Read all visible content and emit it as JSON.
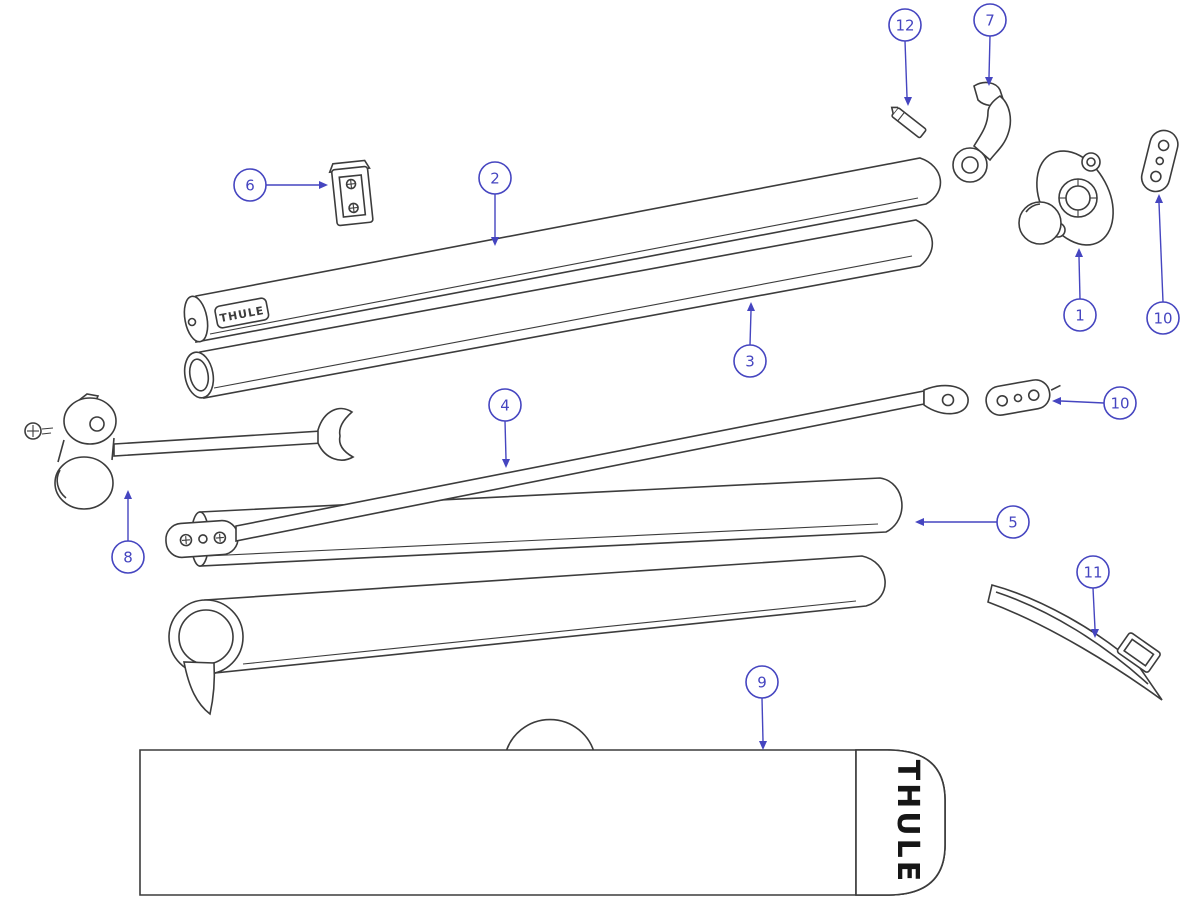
{
  "branding": {
    "tube_label": "THULE",
    "bag_label": "THULE"
  },
  "callouts": [
    {
      "label": "6"
    },
    {
      "label": "2"
    },
    {
      "label": "12"
    },
    {
      "label": "7"
    },
    {
      "label": "3"
    },
    {
      "label": "1"
    },
    {
      "label": "10"
    },
    {
      "label": "10"
    },
    {
      "label": "4"
    },
    {
      "label": "8"
    },
    {
      "label": "5"
    },
    {
      "label": "11"
    },
    {
      "label": "9"
    }
  ],
  "colors": {
    "callout_accent": "#4545c0",
    "line_art": "#3c3c3c",
    "bag_patch": "#999999",
    "handle": "#141414"
  }
}
